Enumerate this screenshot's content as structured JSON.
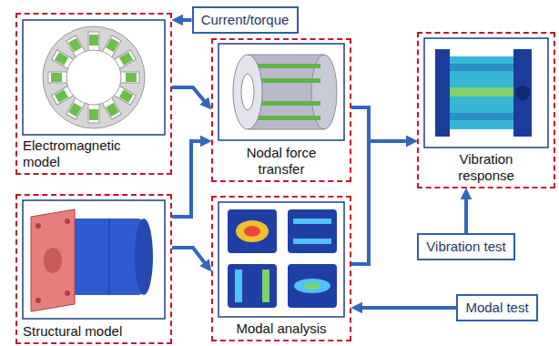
{
  "diagram": {
    "nodes": [
      {
        "text": [
          "Current/torque"
        ]
      },
      {
        "text": [
          "Electromagnetic model"
        ]
      },
      {
        "text": [
          "Nodal force transfer"
        ]
      },
      {
        "text": [
          "Vibration response"
        ]
      },
      {
        "text": [
          "Structural model"
        ]
      },
      {
        "text": [
          "Modal analysis"
        ]
      },
      {
        "text": [
          "Vibration test"
        ]
      },
      {
        "text": [
          "Modal test"
        ]
      }
    ],
    "edges": [
      {
        "from": 0,
        "to": 1,
        "arrow": "to"
      },
      {
        "from": 1,
        "to": 2,
        "arrow": "to"
      },
      {
        "from": 4,
        "to": 2,
        "arrow": "to"
      },
      {
        "from": 4,
        "to": 5,
        "arrow": "to"
      },
      {
        "from": 2,
        "to": 3,
        "arrow": "to"
      },
      {
        "from": 5,
        "to": 3,
        "arrow": "to"
      },
      {
        "from": 6,
        "to": 3,
        "arrow": "to"
      },
      {
        "from": 7,
        "to": 5,
        "arrow": "to"
      }
    ]
  }
}
